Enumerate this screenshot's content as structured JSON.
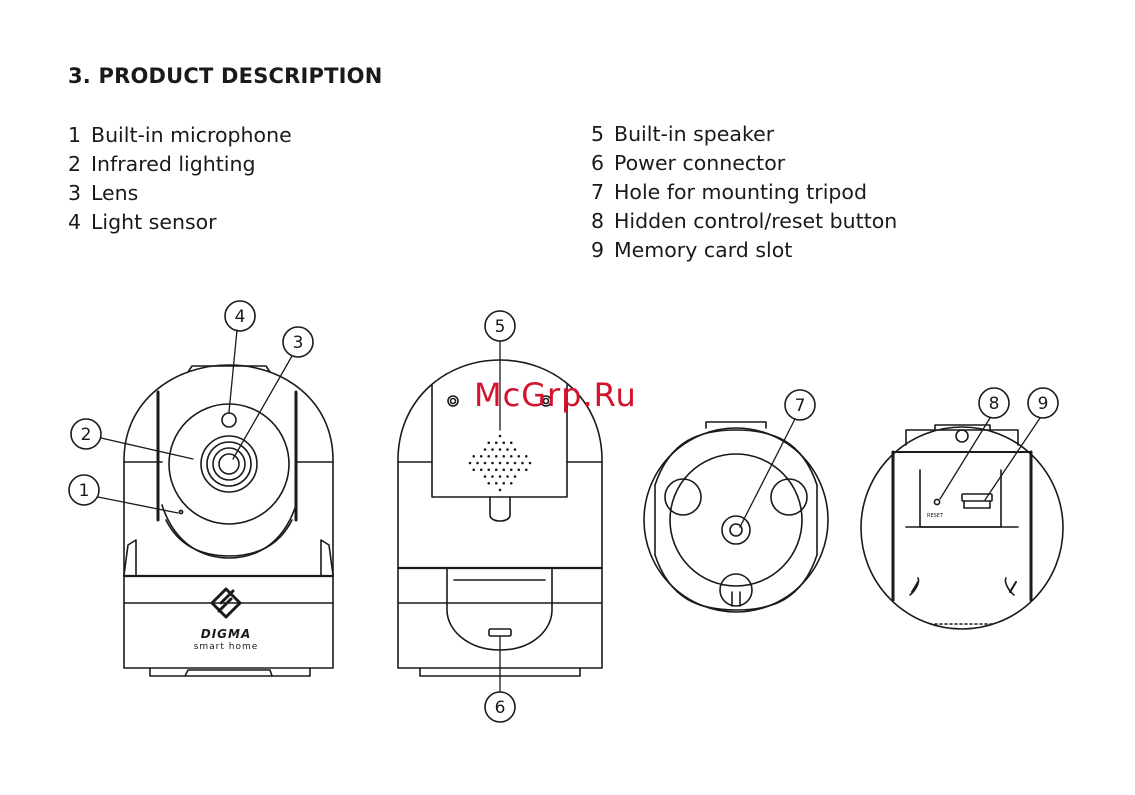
{
  "section_title": "3. PRODUCT DESCRIPTION",
  "parts_left": [
    {
      "num": "1",
      "label": "Built-in microphone"
    },
    {
      "num": "2",
      "label": "Infrared lighting"
    },
    {
      "num": "3",
      "label": "Lens"
    },
    {
      "num": "4",
      "label": "Light sensor"
    }
  ],
  "parts_right": [
    {
      "num": "5",
      "label": "Built-in speaker"
    },
    {
      "num": "6",
      "label": "Power connector"
    },
    {
      "num": "7",
      "label": "Hole for mounting tripod"
    },
    {
      "num": "8",
      "label": "Hidden control/reset button"
    },
    {
      "num": "9",
      "label": "Memory card slot"
    }
  ],
  "callouts": [
    "1",
    "2",
    "3",
    "4",
    "5",
    "6",
    "7",
    "8",
    "9"
  ],
  "brand": {
    "logo_text": "DIGMA",
    "tagline": "smart home"
  },
  "reset_label": "RESET",
  "watermark": "McGrp.Ru",
  "colors": {
    "line": "#1a1a1a",
    "watermark": "#d3132d",
    "background": "#ffffff"
  }
}
